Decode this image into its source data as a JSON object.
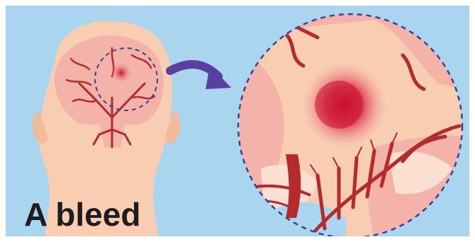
{
  "caption": "A bleed",
  "colors": {
    "background": "#a9d6ee",
    "skin": "#f8cdb1",
    "brain_tissue": "#f3b3a8",
    "vessel": "#b52a2c",
    "bleed": "#d8283a",
    "outline": "#3d3f9a",
    "arrow": "#5b3fa0"
  },
  "icons": [
    "head-silhouette",
    "magnifier-circle",
    "curved-arrow"
  ]
}
